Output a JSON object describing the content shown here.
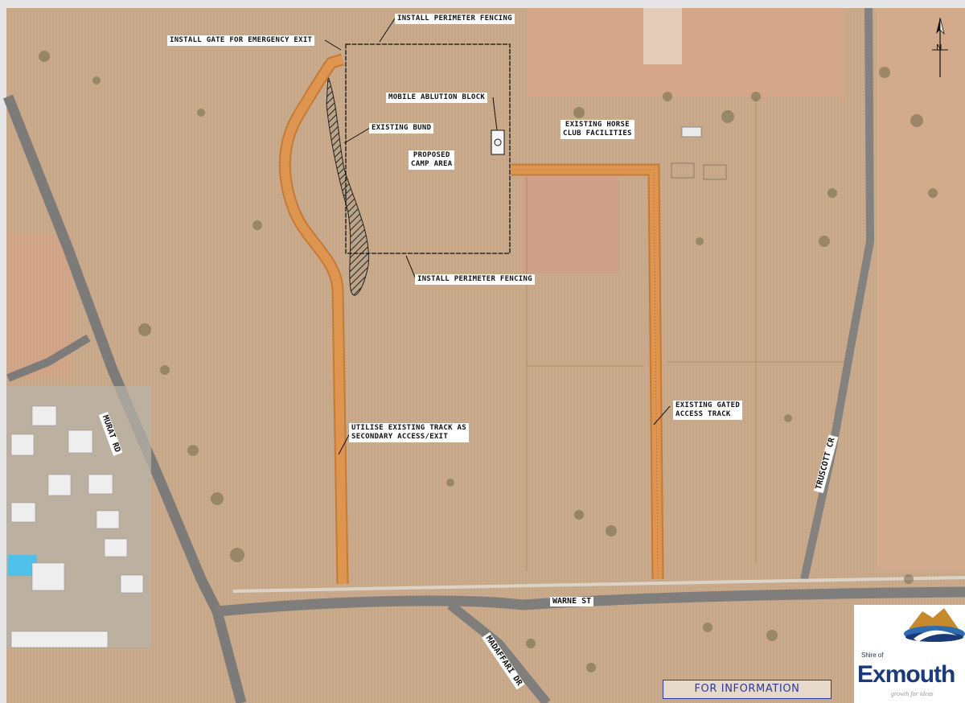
{
  "labels": {
    "install_gate": "INSTALL GATE FOR EMERGENCY EXIT",
    "install_fencing_top": "INSTALL PERIMETER FENCING",
    "mobile_ablution": "MOBILE ABLUTION BLOCK",
    "existing_bund": "EXISTING BUND",
    "proposed_camp_line1": "PROPOSED",
    "proposed_camp_line2": "CAMP AREA",
    "horse_club_line1": "EXISTING HORSE",
    "horse_club_line2": "CLUB FACILITIES",
    "install_fencing_bottom": "INSTALL PERIMETER FENCING",
    "gated_track_line1": "EXISTING GATED",
    "gated_track_line2": "ACCESS TRACK",
    "secondary_track_line1": "UTILISE EXISTING TRACK AS",
    "secondary_track_line2": "SECONDARY ACCESS/EXIT"
  },
  "roads": {
    "murat": "MURAT RD",
    "truscott": "TRUSCOTT CR",
    "warne": "WARNE ST",
    "madaffari": "MADAFFARI DR"
  },
  "stamp": "FOR INFORMATION",
  "logo": {
    "prefix": "Shire of",
    "name": "Exmouth",
    "tagline": "growth for ideas"
  },
  "north_arrow": "N",
  "colors": {
    "track": "#d9904a",
    "terrain": "#c8a98a",
    "road": "#7a7a7a",
    "fence": "#111111",
    "stamp": "#2b3a9e",
    "logo_navy": "#1b3a7a"
  }
}
